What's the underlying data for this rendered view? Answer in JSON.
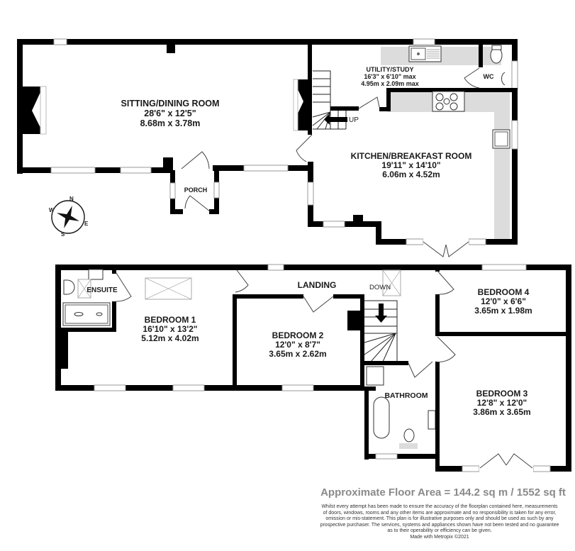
{
  "ground_floor": {
    "rooms": [
      {
        "name": "SITTING/DINING ROOM",
        "imperial": "28'6\"  x 12'5\"",
        "metric": "8.68m  x 3.78m"
      },
      {
        "name": "UTILITY/STUDY",
        "imperial": "16'3\"  x 6'10\" max",
        "metric": "4.95m  x 2.09m max"
      },
      {
        "name": "WC"
      },
      {
        "name": "KITCHEN/BREAKFAST ROOM",
        "imperial": "19'11\"  x 14'10\"",
        "metric": "6.06m  x 4.52m"
      },
      {
        "name": "PORCH"
      }
    ],
    "stairs_label": "UP"
  },
  "first_floor": {
    "rooms": [
      {
        "name": "ENSUITE"
      },
      {
        "name": "BEDROOM 1",
        "imperial": "16'10\"  x 13'2\"",
        "metric": "5.12m  x 4.02m"
      },
      {
        "name": "LANDING"
      },
      {
        "name": "BEDROOM 2",
        "imperial": "12'0\"  x 8'7\"",
        "metric": "3.65m  x 2.62m"
      },
      {
        "name": "BEDROOM 4",
        "imperial": "12'0\"  x 6'6\"",
        "metric": "3.65m  x 1.98m"
      },
      {
        "name": "BATHROOM"
      },
      {
        "name": "BEDROOM 3",
        "imperial": "12'8\"  x 12'0\"",
        "metric": "3.86m  x 3.65m"
      }
    ],
    "stairs_label": "DOWN"
  },
  "compass": {
    "n": "N",
    "e": "E",
    "s": "S",
    "w": "W"
  },
  "footer": {
    "area": "Approximate Floor Area = 144.2 sq m / 1552 sq ft",
    "disclaimer": "Whilst every attempt has been made to ensure the accuracy of the floorplan contained here, measurements of doors, windows, rooms and any other items are approximate and no responsibility is taken for any error, omission or mis-statement. This plan is for illustrative purposes only and should be used as such by any prospective purchaser. The services, systems and appliances shown have not been tested and no guarantee as to their operability or efficiency can be given.",
    "credit": "Made with Metropix ©2021"
  },
  "colors": {
    "wall": "#000000",
    "fitting": "#dcdcdc",
    "area_text": "#8a8a8a"
  }
}
